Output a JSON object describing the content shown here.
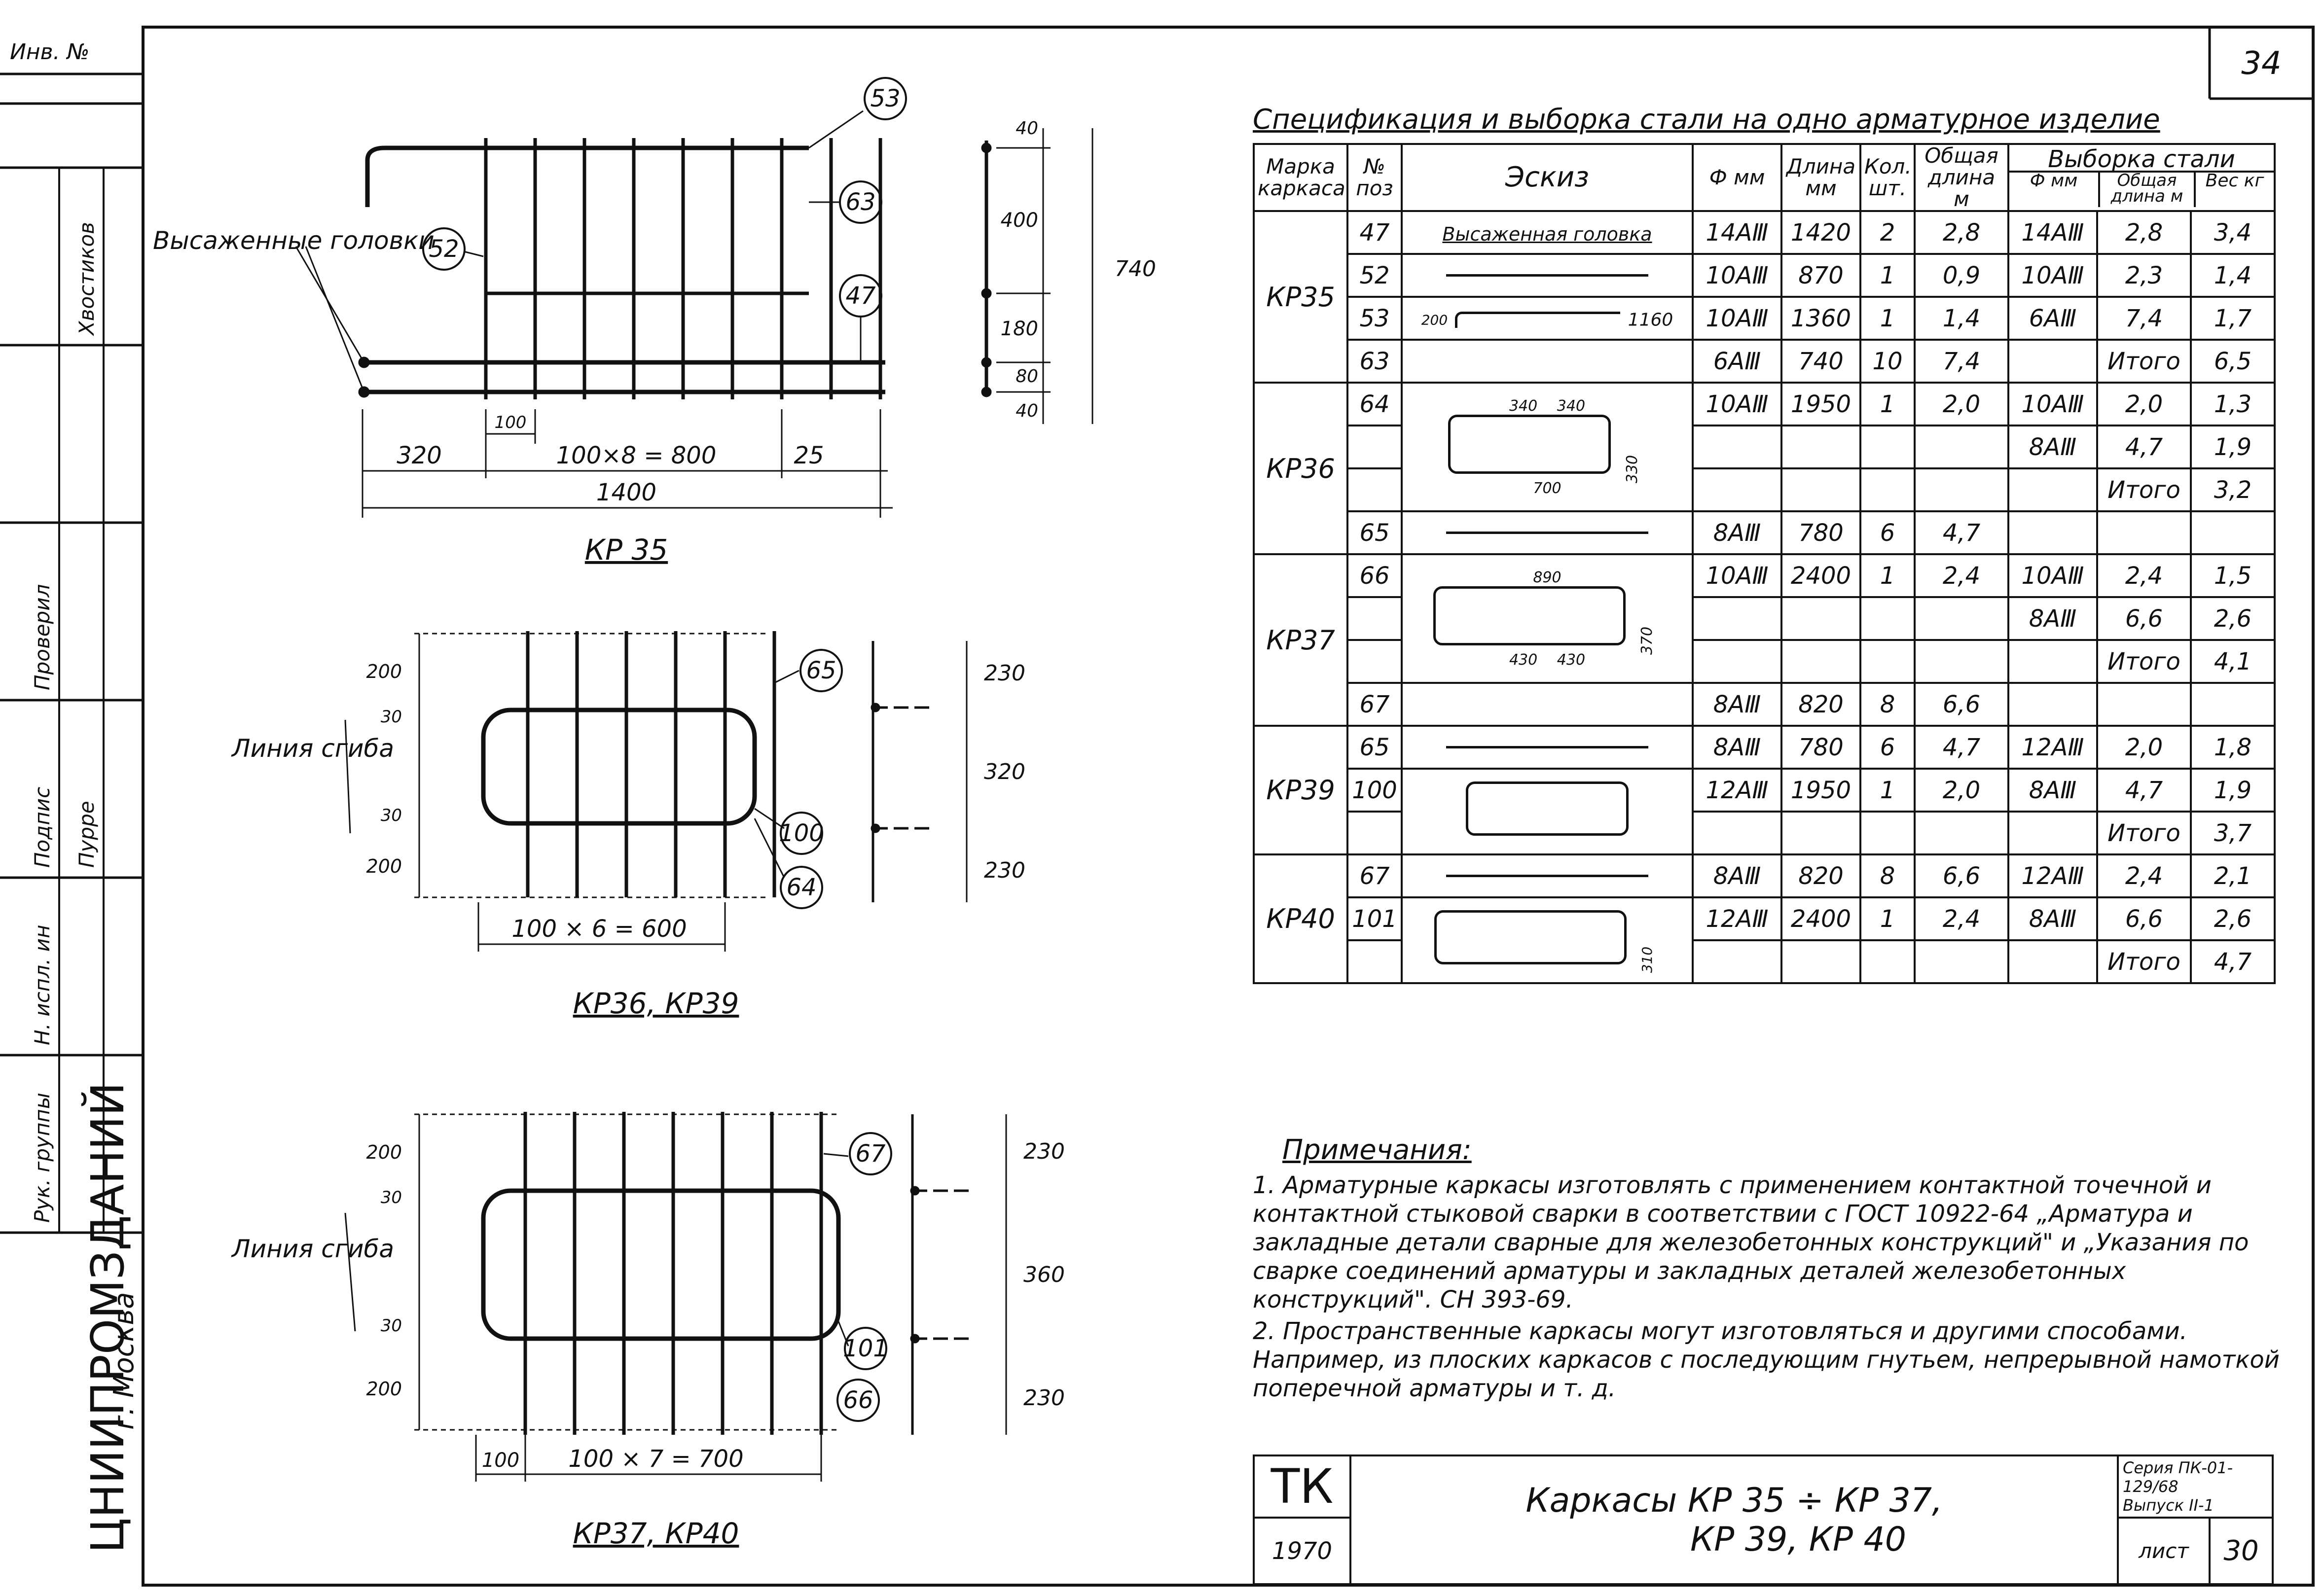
{
  "sheet": {
    "page_number": "34",
    "left_stamp": {
      "org": "ЦНИИПРОМЗДАНИЙ",
      "city": "г. Москва",
      "roles": [
        "Рук. группы",
        "Н. испл. ин",
        "Подпис",
        "Проверил"
      ],
      "names": [
        "Хвостиков",
        "Пурре"
      ],
      "inv_label": "Инв. №"
    }
  },
  "drawings": {
    "kp35": {
      "caption": "КР 35",
      "label_heads": "Высаженные головки",
      "callouts": [
        "53",
        "63",
        "52",
        "47"
      ],
      "dims": [
        "320",
        "100×8 = 800",
        "25",
        "1400",
        "100"
      ],
      "side_dims": [
        "40",
        "400",
        "180",
        "80",
        "40",
        "740"
      ]
    },
    "kp36": {
      "caption": "КР36, КР39",
      "label_bend": "Линия сгиба",
      "callouts": [
        "65",
        "100",
        "64"
      ],
      "dims": [
        "200",
        "30",
        "30",
        "200",
        "100 × 6 = 600"
      ],
      "side_dims": [
        "230",
        "320",
        "230"
      ]
    },
    "kp37": {
      "caption": "КР37, КР40",
      "label_bend": "Линия сгиба",
      "callouts": [
        "67",
        "101",
        "66"
      ],
      "dims": [
        "200",
        "30",
        "30",
        "200",
        "100",
        "100 × 7 = 700"
      ],
      "side_dims": [
        "230",
        "360",
        "230"
      ]
    }
  },
  "spec": {
    "title": "Спецификация и выборка стали на одно арматурное изделие",
    "headers": {
      "mark": "Марка каркаса",
      "pos": "№ поз",
      "sketch": "Эскиз",
      "dia": "Ф мм",
      "len": "Длина мм",
      "qty": "Кол. шт.",
      "total": "Общая длина м",
      "sel": "Выборка стали",
      "sel_dia": "Ф мм",
      "sel_len": "Общая длина м",
      "sel_w": "Вес кг"
    },
    "sketch_texts": {
      "heads": "Высаженная головка",
      "d200": "200",
      "d1160": "1160",
      "d340a": "340",
      "d340b": "340",
      "d700": "700",
      "d330": "330",
      "d890": "890",
      "d430a": "430",
      "d430b": "430",
      "d370": "370",
      "d310": "310"
    },
    "rows": [
      {
        "mark": "КР35",
        "pos": "47",
        "dia": "14AⅢ",
        "len": "1420",
        "qty": "2",
        "total": "2,8",
        "sdia": "14AⅢ",
        "slen": "2,8",
        "w": "3,4"
      },
      {
        "mark": "",
        "pos": "52",
        "dia": "10AⅢ",
        "len": "870",
        "qty": "1",
        "total": "0,9",
        "sdia": "10AⅢ",
        "slen": "2,3",
        "w": "1,4"
      },
      {
        "mark": "",
        "pos": "53",
        "dia": "10AⅢ",
        "len": "1360",
        "qty": "1",
        "total": "1,4",
        "sdia": "6AⅢ",
        "slen": "7,4",
        "w": "1,7"
      },
      {
        "mark": "",
        "pos": "63",
        "dia": "6AⅢ",
        "len": "740",
        "qty": "10",
        "total": "7,4",
        "sdia": "",
        "slen": "Итого",
        "w": "6,5"
      },
      {
        "mark": "КР36",
        "pos": "64",
        "dia": "10AⅢ",
        "len": "1950",
        "qty": "1",
        "total": "2,0",
        "sdia": "10AⅢ",
        "slen": "2,0",
        "w": "1,3"
      },
      {
        "mark": "",
        "pos": "",
        "dia": "",
        "len": "",
        "qty": "",
        "total": "",
        "sdia": "8AⅢ",
        "slen": "4,7",
        "w": "1,9"
      },
      {
        "mark": "",
        "pos": "",
        "dia": "",
        "len": "",
        "qty": "",
        "total": "",
        "sdia": "",
        "slen": "Итого",
        "w": "3,2"
      },
      {
        "mark": "",
        "pos": "65",
        "dia": "8AⅢ",
        "len": "780",
        "qty": "6",
        "total": "4,7",
        "sdia": "",
        "slen": "",
        "w": ""
      },
      {
        "mark": "КР37",
        "pos": "66",
        "dia": "10AⅢ",
        "len": "2400",
        "qty": "1",
        "total": "2,4",
        "sdia": "10AⅢ",
        "slen": "2,4",
        "w": "1,5"
      },
      {
        "mark": "",
        "pos": "",
        "dia": "",
        "len": "",
        "qty": "",
        "total": "",
        "sdia": "8AⅢ",
        "slen": "6,6",
        "w": "2,6"
      },
      {
        "mark": "",
        "pos": "",
        "dia": "",
        "len": "",
        "qty": "",
        "total": "",
        "sdia": "",
        "slen": "Итого",
        "w": "4,1"
      },
      {
        "mark": "",
        "pos": "67",
        "dia": "8AⅢ",
        "len": "820",
        "qty": "8",
        "total": "6,6",
        "sdia": "",
        "slen": "",
        "w": ""
      },
      {
        "mark": "КР39",
        "pos": "65",
        "dia": "8AⅢ",
        "len": "780",
        "qty": "6",
        "total": "4,7",
        "sdia": "12AⅢ",
        "slen": "2,0",
        "w": "1,8"
      },
      {
        "mark": "",
        "pos": "100",
        "dia": "12AⅢ",
        "len": "1950",
        "qty": "1",
        "total": "2,0",
        "sdia": "8AⅢ",
        "slen": "4,7",
        "w": "1,9"
      },
      {
        "mark": "",
        "pos": "",
        "dia": "",
        "len": "",
        "qty": "",
        "total": "",
        "sdia": "",
        "slen": "Итого",
        "w": "3,7"
      },
      {
        "mark": "КР40",
        "pos": "67",
        "dia": "8AⅢ",
        "len": "820",
        "qty": "8",
        "total": "6,6",
        "sdia": "12AⅢ",
        "slen": "2,4",
        "w": "2,1"
      },
      {
        "mark": "",
        "pos": "101",
        "dia": "12AⅢ",
        "len": "2400",
        "qty": "1",
        "total": "2,4",
        "sdia": "8AⅢ",
        "slen": "6,6",
        "w": "2,6"
      },
      {
        "mark": "",
        "pos": "",
        "dia": "",
        "len": "",
        "qty": "",
        "total": "",
        "sdia": "",
        "slen": "Итого",
        "w": "4,7"
      }
    ]
  },
  "notes": {
    "heading": "Примечания:",
    "items": [
      "1. Арматурные каркасы изготовлять с применением контактной точечной и контактной стыковой сварки в соответствии с ГОСТ 10922-64 „Арматура и закладные детали сварные для железобетонных конструкций\" и „Указания по сварке соединений арматуры и закладных деталей железобетонных конструкций\". СН 393-69.",
      "2. Пространственные каркасы могут изготовляться и другими способами. Например, из плоских каркасов с последующим гнутьем, непрерывной намоткой поперечной арматуры и т. д."
    ]
  },
  "title_block": {
    "code": "ТК",
    "year": "1970",
    "title_line1": "Каркасы КР 35 ÷ КР 37,",
    "title_line2": "КР 39, КР 40",
    "series": "Серия ПК-01-129/68",
    "issue": "Выпуск II-1",
    "sheet_label": "лист",
    "sheet_no": "30"
  }
}
